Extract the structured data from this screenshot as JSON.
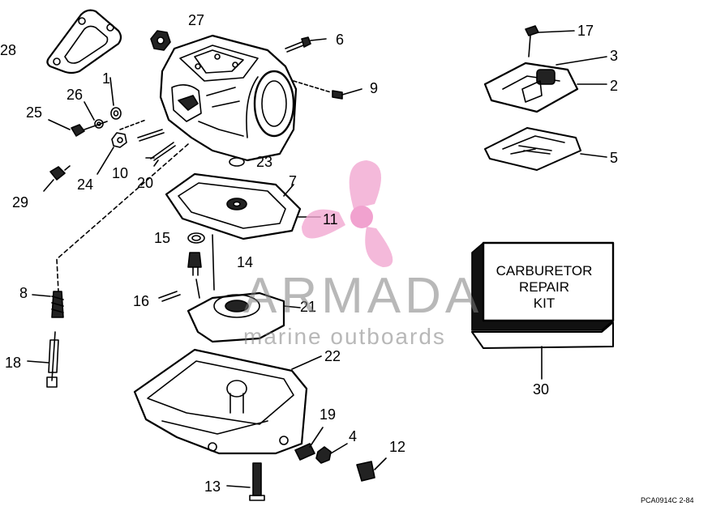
{
  "callouts": {
    "c1": "1",
    "c2": "2",
    "c3": "3",
    "c4": "4",
    "c5": "5",
    "c6": "6",
    "c7": "7",
    "c8": "8",
    "c9": "9",
    "c10": "10",
    "c11": "11",
    "c12": "12",
    "c13": "13",
    "c14": "14",
    "c15": "15",
    "c16": "16",
    "c17": "17",
    "c18": "18",
    "c19": "19",
    "c20": "20",
    "c21": "21",
    "c22": "22",
    "c23": "23",
    "c24": "24",
    "c25": "25",
    "c26": "26",
    "c27": "27",
    "c28": "28",
    "c29": "29",
    "c30": "30"
  },
  "kit": {
    "line1": "CARBURETOR",
    "line2": "REPAIR",
    "line3": "KIT"
  },
  "watermark": {
    "brand": "ARMADA",
    "tagline": "marine outboards"
  },
  "footer": {
    "code": "PCA0914C   2-84"
  },
  "colors": {
    "ink": "#000000",
    "logo_pink": "#f2a8d2",
    "watermark_gray": "#7f7f7f"
  }
}
